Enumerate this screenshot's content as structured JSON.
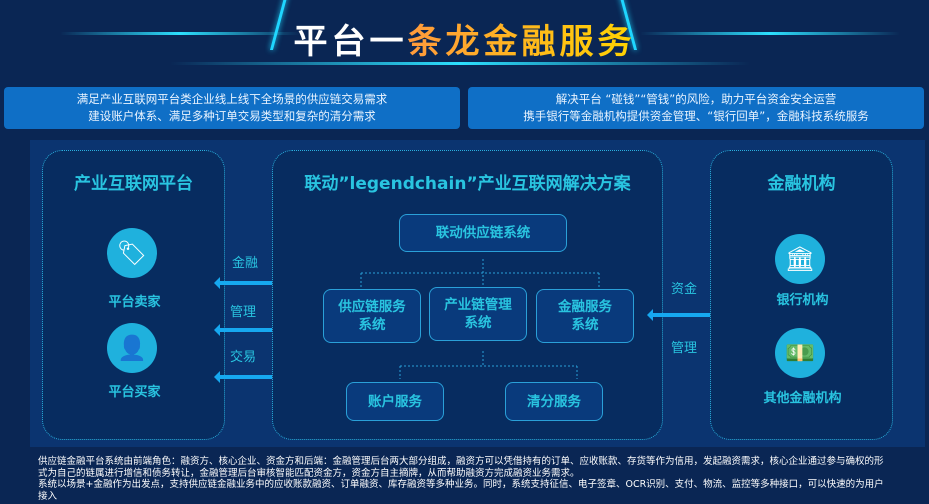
{
  "header": {
    "title_white": "平台一",
    "title_orange": "条龙金融服务"
  },
  "banners": [
    {
      "line1": "满足产业互联网平台类企业线上线下全场景的供应链交易需求",
      "line2": "建设账户体系、满足多种订单交易类型和复杂的清分需求"
    },
    {
      "line1": "解决平台 “碰钱”“管钱”的风险，助力平台资金安全运营",
      "line2": "携手银行等金融机构提供资金管理、“银行回单”，金融科技系统服务"
    }
  ],
  "left_panel": {
    "title": "产业互联网平台",
    "items": [
      {
        "label": "平台卖家",
        "icon": "tag-icon"
      },
      {
        "label": "平台买家",
        "icon": "person-icon"
      }
    ]
  },
  "left_arrows": [
    "金融",
    "管理",
    "交易"
  ],
  "center_panel": {
    "title": "联动”legendchain”产业互联网解决方案",
    "top": "联动供应链系统",
    "mid": [
      [
        "供应链服务",
        "系统"
      ],
      [
        "产业链管理",
        "系统"
      ],
      [
        "金融服务",
        "系统"
      ]
    ],
    "bottom": [
      "账户服务",
      "清分服务"
    ]
  },
  "right_arrows": [
    "资金",
    "管理"
  ],
  "right_panel": {
    "title": "金融机构",
    "items": [
      {
        "label": "银行机构",
        "icon": "bank-icon"
      },
      {
        "label": "其他金融机构",
        "icon": "money-icon"
      }
    ]
  },
  "footer": {
    "p1": "供应链金融平台系统由前端角色：融资方、核心企业、资金方和后端：金融管理后台两大部分组成，融资方可以凭借持有的订单、应收账款、存货等作为信用，发起融资需求，核心企业通过参与确权的形式为自己的链属进行增信和债务转让，金融管理后台审核智能匹配资金方，资金方自主摘牌，从而帮助融资方完成融资业务需求。",
    "p2": "系统以场景+金融作为出发点，支持供应链金融业务中的应收账款融资、订单融资、库存融资等多种业务。同时，系统支持征信、电子签章、OCR识别、支付、物流、监控等多种接口，可以快速的为用户接入"
  }
}
